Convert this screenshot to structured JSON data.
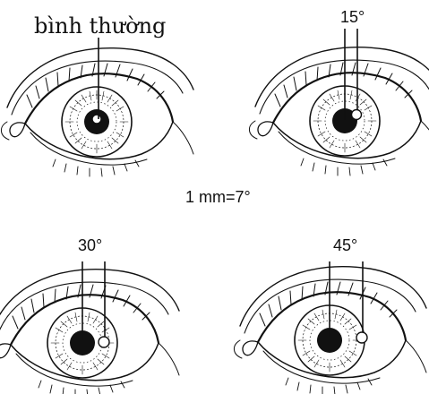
{
  "labels": {
    "normal": "bình thường",
    "deg15": "15°",
    "deg30": "30°",
    "deg45": "45°",
    "scale": "1 mm=7°"
  },
  "colors": {
    "ink": "#111111",
    "background": "#ffffff",
    "reflex": "#ffffff"
  }
}
